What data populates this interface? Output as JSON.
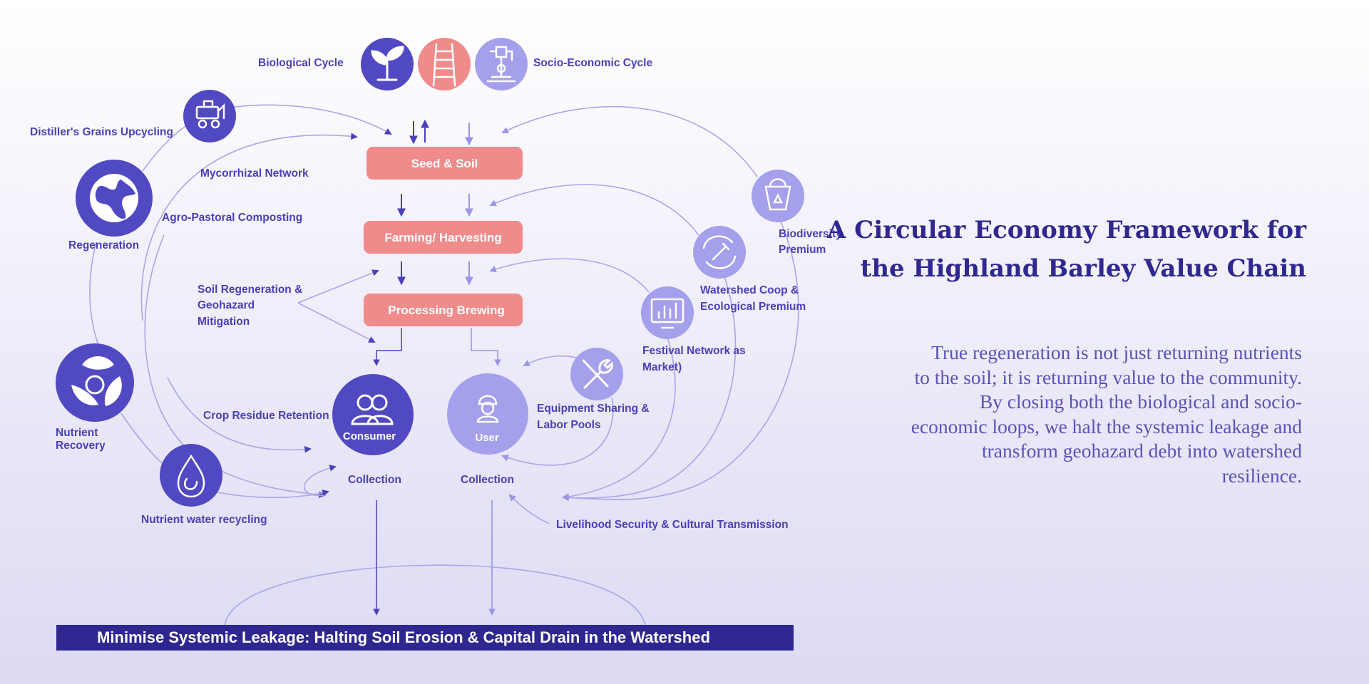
{
  "title": {
    "line1": "A Circular Economy Framework for",
    "line2": "the Highland Barley Value Chain"
  },
  "description": {
    "lines": [
      "True regeneration is not just returning nutrients",
      "to the soil; it is returning value to the community.",
      "By closing both the biological and socio-",
      "economic loops, we halt the systemic leakage and",
      "transform geohazard debt into watershed",
      "resilience."
    ]
  },
  "legend": {
    "biological": "Biological Cycle",
    "socio": "Socio-Economic Cycle"
  },
  "stages": {
    "seed": "Seed & Soil",
    "farming": "Farming/ Harvesting",
    "processing": "Processing Brewing"
  },
  "nodes": {
    "consumer": "Consumer",
    "user": "User",
    "collection_left": "Collection",
    "collection_right": "Collection"
  },
  "labels": {
    "distillers": "Distiller's Grains Upcycling",
    "mycorrhizal": "Mycorrhizal Network",
    "agro": "Agro-Pastoral Composting",
    "regeneration": "Regeneration",
    "soil_regen": [
      "Soil Regeneration &",
      "Geohazard",
      "Mitigation"
    ],
    "nutrient_recovery": [
      "Nutrient",
      "Recovery"
    ],
    "crop_residue": "Crop Residue Retention",
    "nutrient_water": "Nutrient water recycling",
    "biodiversity": [
      "Biodiversity",
      "Premium"
    ],
    "watershed": [
      "Watershed Coop &",
      "Ecological Premium"
    ],
    "festival": [
      "Festival Network as",
      "Market)"
    ],
    "equipment": [
      "Equipment Sharing &",
      "Labor Pools"
    ],
    "livelihood": "Livelihood Security & Cultural Transmission"
  },
  "banner": "Minimise Systemic Leakage: Halting Soil Erosion & Capital Drain in the Watershed",
  "colors": {
    "bio": "#5149c2",
    "socio": "#a4a0ec",
    "stage": "#f08b8b",
    "banner": "#2f2790",
    "line": "#aaa6e8"
  }
}
